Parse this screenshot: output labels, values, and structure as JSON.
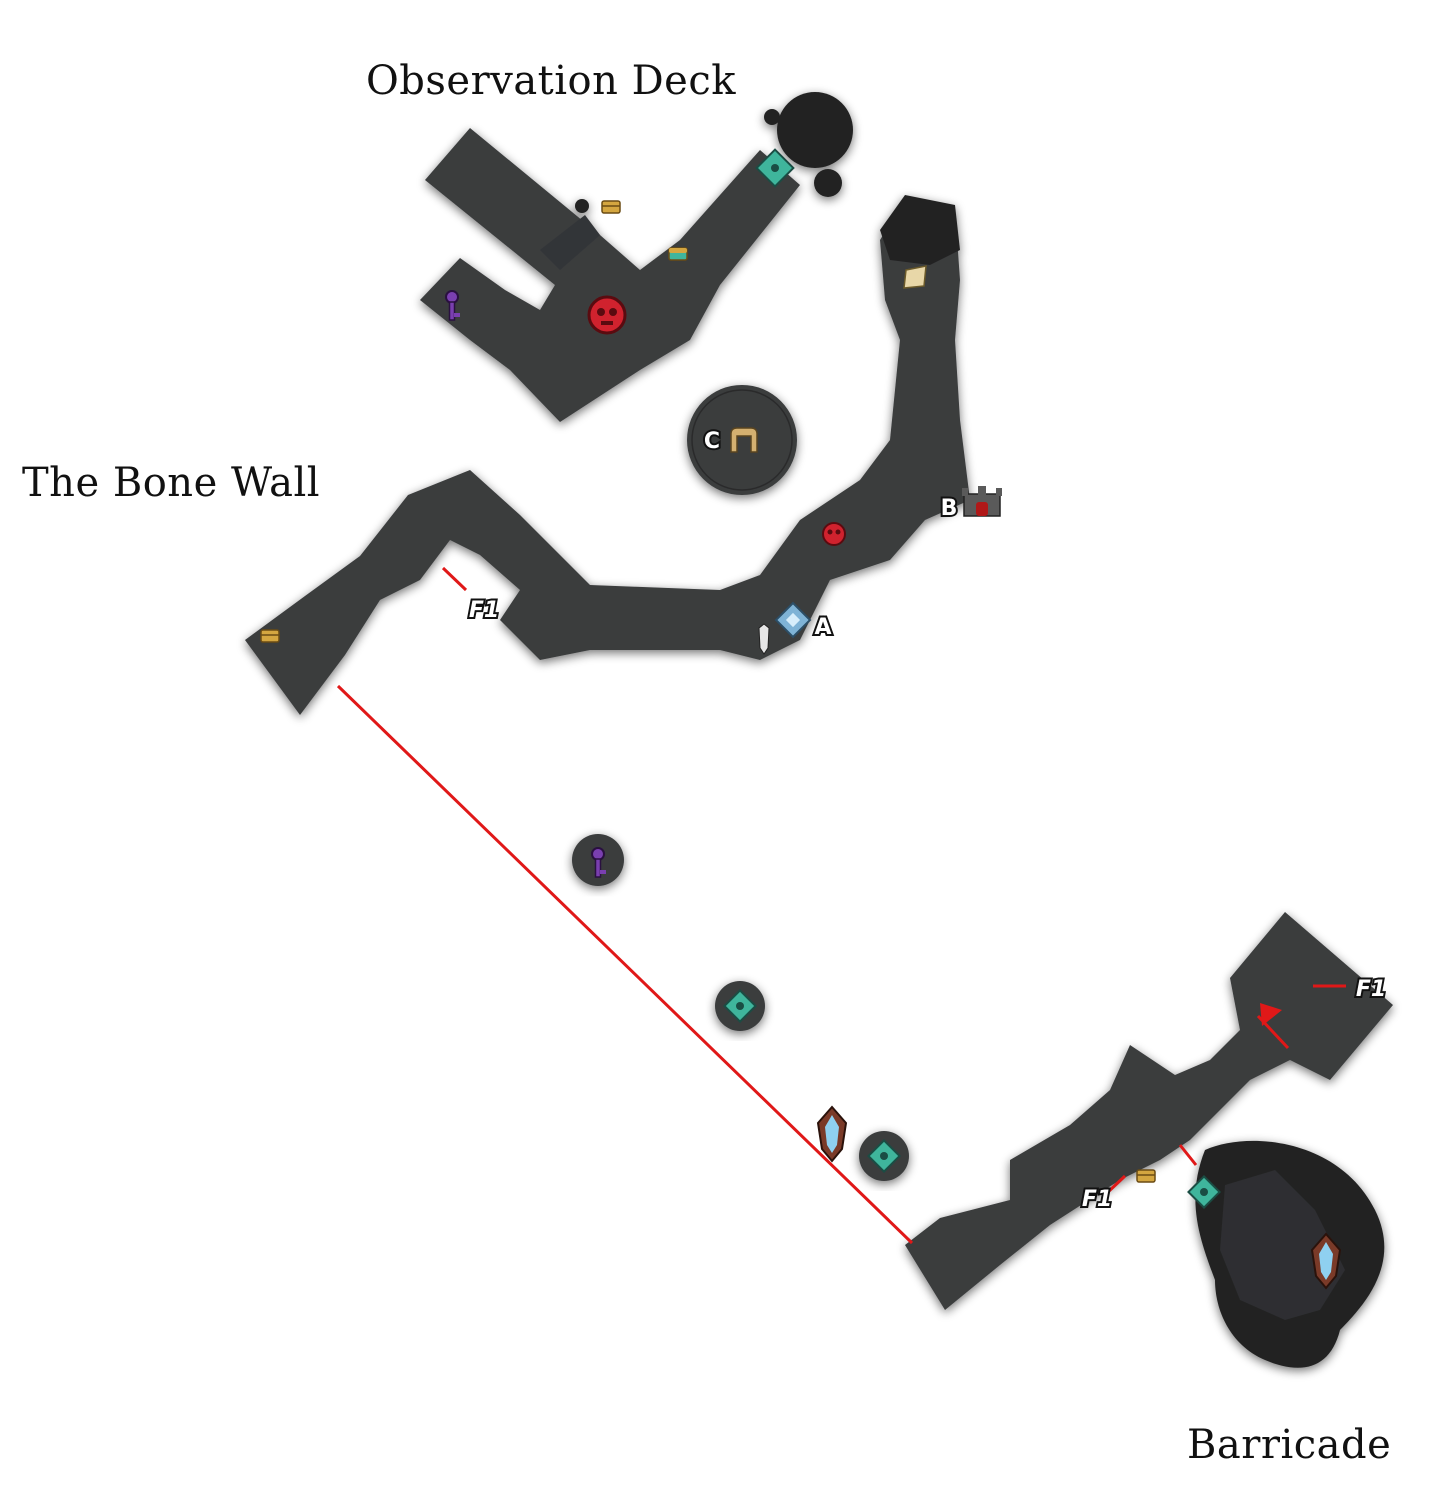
{
  "map": {
    "areas": {
      "observation_deck": "Observation Deck",
      "bone_wall": "The Bone Wall",
      "barricade": "Barricade"
    },
    "markers": {
      "a": "A",
      "b": "B",
      "c": "C"
    },
    "floor_links": {
      "bone_wall_f1": "F1",
      "barricade_upper_f1": "F1",
      "barricade_lower_f1": "F1"
    },
    "colors": {
      "floor": "#3a3c3e",
      "floor_dark": "#2a2b2c",
      "cave": "#242424",
      "route": "#e01818",
      "boss": "#d0222e",
      "teal_icon": "#3fb59c",
      "purple_icon": "#7a3fb0",
      "chest": "#d4a640"
    },
    "icons": [
      "boss-skull-icon",
      "teleport-diamond-icon",
      "chest-icon",
      "key-icon",
      "castle-gate-icon",
      "archway-icon",
      "crystal-shield-icon",
      "map-scroll-icon"
    ]
  }
}
